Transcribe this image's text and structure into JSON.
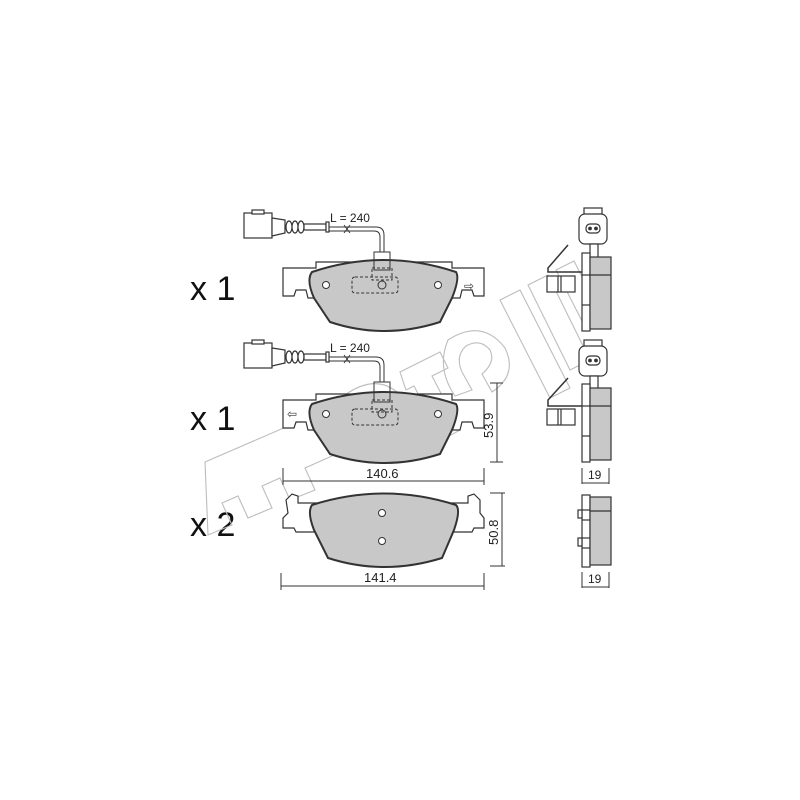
{
  "diagram": {
    "brand_watermark": "metelli",
    "colors": {
      "pad_fill": "#c8c8c8",
      "outline": "#333333",
      "watermark": "#bdbdbd",
      "background": "#ffffff"
    },
    "rows": [
      {
        "quantity_label": "x 1",
        "has_wear_sensor": true,
        "sensor_cable_label": "L = 240",
        "direction_arrow": "right"
      },
      {
        "quantity_label": "x 1",
        "has_wear_sensor": true,
        "sensor_cable_label": "L = 240",
        "direction_arrow": "left",
        "height_dimension": "53.9",
        "width_dimension": "140.6",
        "thickness_dimension": "19"
      },
      {
        "quantity_label": "x 2",
        "has_wear_sensor": false,
        "height_dimension": "50.8",
        "width_dimension": "141.4",
        "thickness_dimension": "19"
      }
    ]
  }
}
